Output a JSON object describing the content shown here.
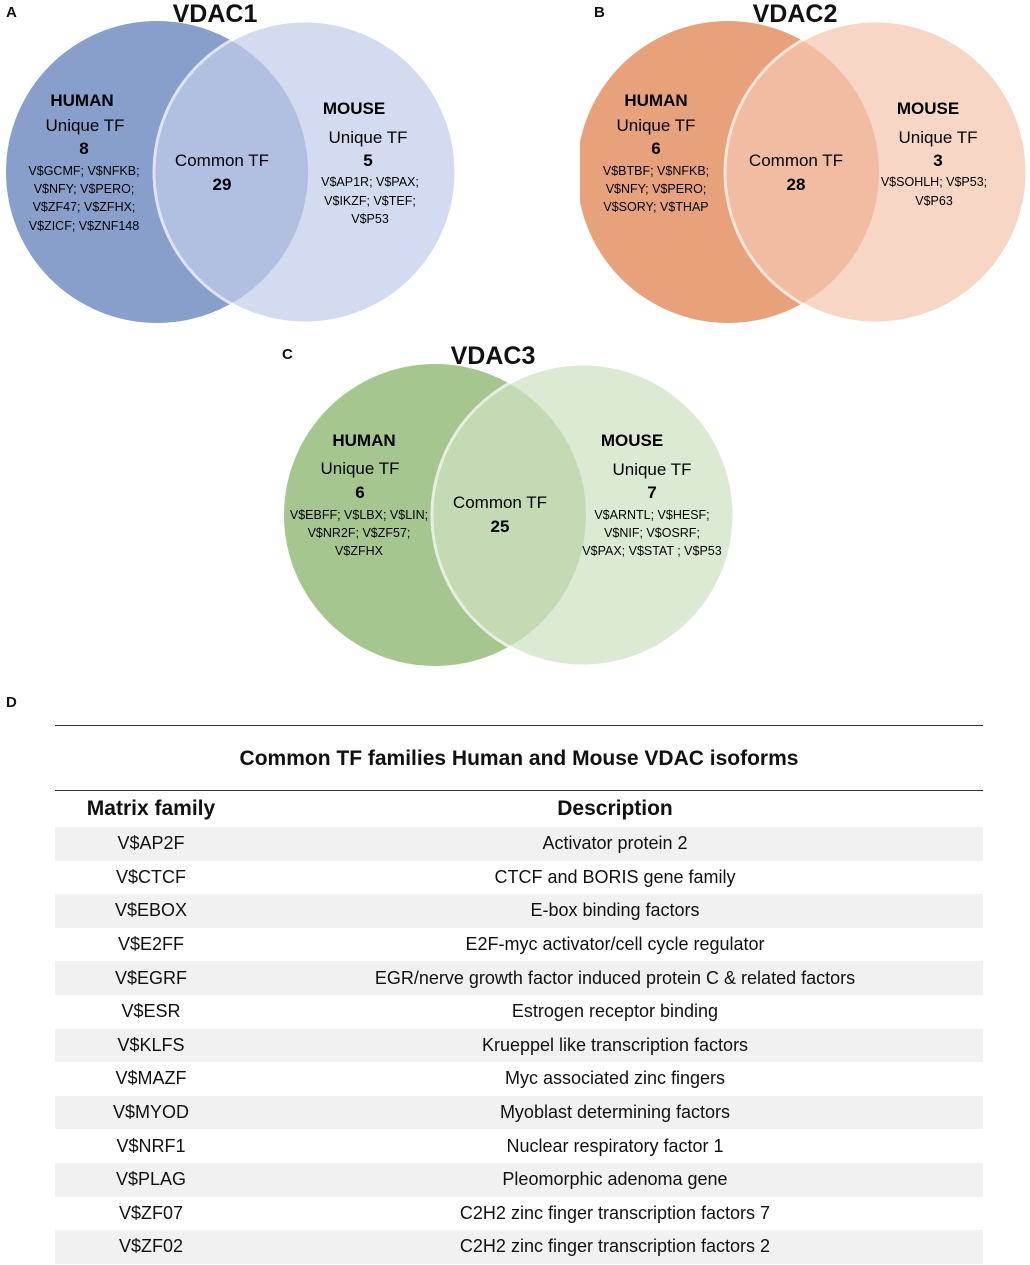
{
  "panels": [
    {
      "letter": "A",
      "title": "VDAC1",
      "left_color": "#7e97c8",
      "right_color": "#c2cee9",
      "human": {
        "label": "HUMAN",
        "unique": "Unique TF",
        "count": "8",
        "tfs": [
          "V$GCMF; V$NFKB;",
          "V$NFY; V$PERO;",
          "V$ZF47; V$ZFHX;",
          "V$ZICF; V$ZNF148"
        ]
      },
      "common": {
        "label": "Common TF",
        "count": "29"
      },
      "mouse": {
        "label": "MOUSE",
        "unique": "Unique TF",
        "count": "5",
        "tfs": [
          "V$AP1R; V$PAX;",
          "V$IKZF; V$TEF;",
          "V$P53"
        ]
      }
    },
    {
      "letter": "B",
      "title": "VDAC2",
      "left_color": "#e69a70",
      "right_color": "#f5c7b1",
      "human": {
        "label": "HUMAN",
        "unique": "Unique TF",
        "count": "6",
        "tfs": [
          "V$BTBF; V$NFKB;",
          "V$NFY; V$PERO;",
          "V$SORY; V$THAP"
        ]
      },
      "common": {
        "label": "Common TF",
        "count": "28"
      },
      "mouse": {
        "label": "MOUSE",
        "unique": "Unique TF",
        "count": "3",
        "tfs": [
          "V$SOHLH; V$P53;",
          "V$P63"
        ]
      }
    },
    {
      "letter": "C",
      "title": "VDAC3",
      "left_color": "#9dc286",
      "right_color": "#cfe2c3",
      "human": {
        "label": "HUMAN",
        "unique": "Unique TF",
        "count": "6",
        "tfs": [
          "V$EBFF; V$LBX; V$LIN;",
          "V$NR2F; V$ZF57;",
          "V$ZFHX"
        ]
      },
      "common": {
        "label": "Common TF",
        "count": "25"
      },
      "mouse": {
        "label": "MOUSE",
        "unique": "Unique TF",
        "count": "7",
        "tfs": [
          "V$ARNTL; V$HESF;",
          "V$NIF; V$OSRF;",
          "V$PAX; V$STAT ; V$P53"
        ]
      }
    }
  ],
  "table": {
    "letter": "D",
    "title": "Common TF families Human and Mouse VDAC isoforms",
    "headers": [
      "Matrix family",
      "Description"
    ],
    "rows": [
      [
        "V$AP2F",
        "Activator protein 2"
      ],
      [
        "V$CTCF",
        "CTCF and BORIS gene family"
      ],
      [
        "V$EBOX",
        "E-box binding factors"
      ],
      [
        "V$E2FF",
        "E2F-myc activator/cell cycle regulator"
      ],
      [
        "V$EGRF",
        "EGR/nerve growth factor induced protein C & related factors"
      ],
      [
        "V$ESR",
        "Estrogen receptor binding"
      ],
      [
        "V$KLFS",
        "Krueppel like transcription factors"
      ],
      [
        "V$MAZF",
        "Myc associated zinc fingers"
      ],
      [
        "V$MYOD",
        "Myoblast determining factors"
      ],
      [
        "V$NRF1",
        "Nuclear respiratory factor 1"
      ],
      [
        "V$PLAG",
        "Pleomorphic adenoma gene"
      ],
      [
        "V$ZF07",
        "C2H2 zinc finger transcription factors 7"
      ],
      [
        "V$ZF02",
        "C2H2 zinc finger transcription factors 2"
      ]
    ]
  }
}
